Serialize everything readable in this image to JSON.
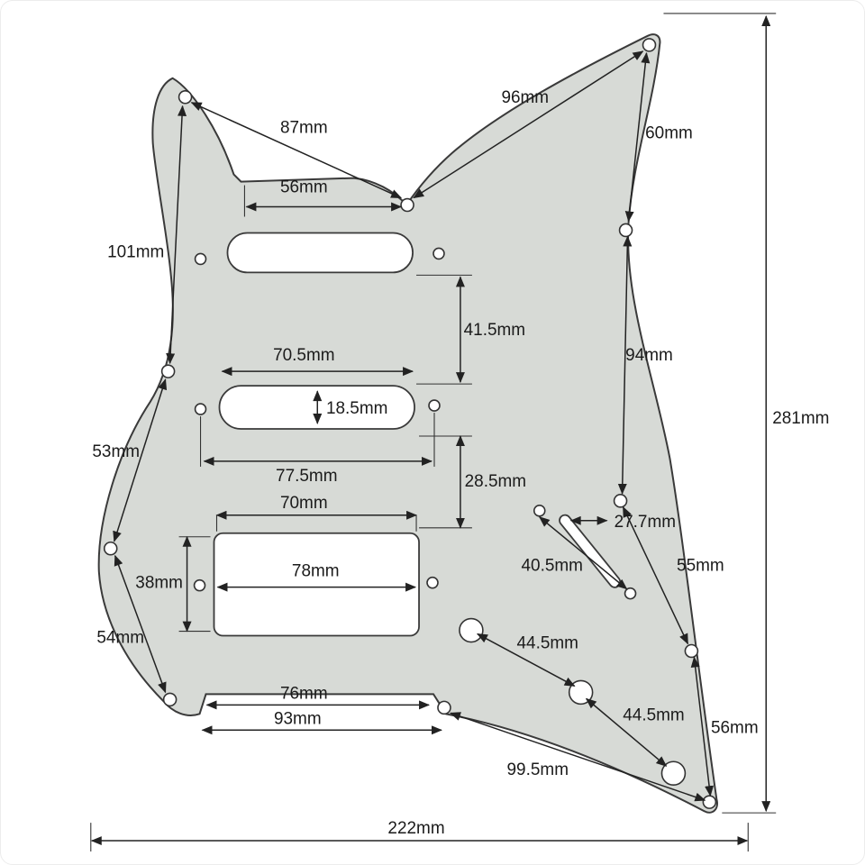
{
  "diagram": {
    "unit": "mm",
    "colors": {
      "pickguard_fill": "#d7dad6",
      "outline": "#3a3a3a",
      "dimension_line": "#222222",
      "background": "#ffffff"
    }
  },
  "dims": {
    "d96": "96mm",
    "d87": "87mm",
    "d60": "60mm",
    "d56_top": "56mm",
    "d101": "101mm",
    "d41_5": "41.5mm",
    "d70_5": "70.5mm",
    "d94": "94mm",
    "d18_5": "18.5mm",
    "d281": "281mm",
    "d53": "53mm",
    "d77_5": "77.5mm",
    "d28_5": "28.5mm",
    "d70": "70mm",
    "d27_7": "27.7mm",
    "d40_5": "40.5mm",
    "d38": "38mm",
    "d78": "78mm",
    "d55": "55mm",
    "d44_5_a": "44.5mm",
    "d54": "54mm",
    "d44_5_b": "44.5mm",
    "d76": "76mm",
    "d93": "93mm",
    "d56_right": "56mm",
    "d99_5": "99.5mm",
    "d222": "222mm"
  }
}
